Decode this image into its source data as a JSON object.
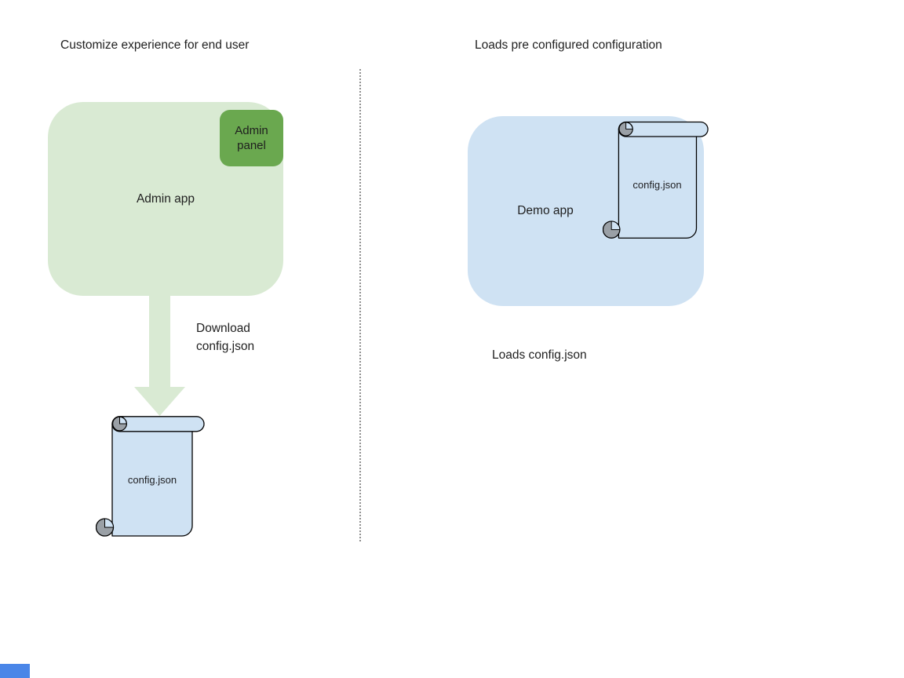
{
  "left_section": {
    "title": "Customize experience for end user",
    "admin_app": {
      "label": "Admin app"
    },
    "admin_panel": {
      "label": "Admin panel"
    },
    "download_arrow_label": "Download config.json",
    "config_file": {
      "label": "config.json"
    }
  },
  "right_section": {
    "title": "Loads pre configured configuration",
    "demo_app": {
      "label": "Demo app"
    },
    "config_file": {
      "label": "config.json"
    },
    "caption": "Loads config.json"
  },
  "colors": {
    "admin_app_fill": "#d9ead3",
    "admin_panel_fill": "#6aa84f",
    "arrow_fill": "#d9ead3",
    "demo_app_fill": "#cfe2f3",
    "scroll_fill": "#cfe2f3",
    "scroll_curl_fill": "#9aa0a6",
    "outline": "#000000",
    "divider": "#909090",
    "corner_accent": "#4a86e8"
  }
}
